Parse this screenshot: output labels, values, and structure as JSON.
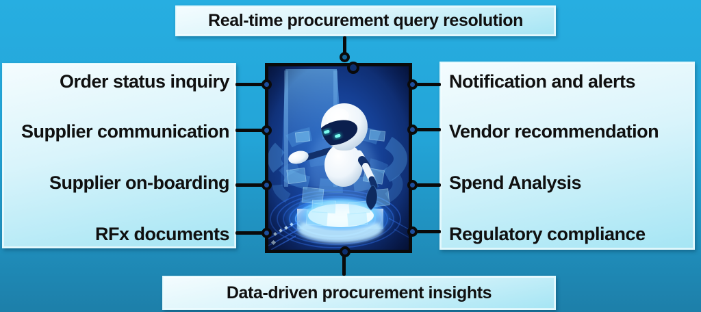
{
  "top_banner": {
    "label": "Real-time procurement query resolution"
  },
  "bottom_banner": {
    "label": "Data-driven procurement insights"
  },
  "left_panel": {
    "items": [
      "Order status inquiry",
      "Supplier communication",
      "Supplier on-boarding",
      "RFx documents"
    ]
  },
  "right_panel": {
    "items": [
      "Notification and alerts",
      "Vendor recommendation",
      "Spend Analysis",
      "Regulatory compliance"
    ]
  },
  "center_image": {
    "name": "procurement-chatbot-hologram",
    "description": "White chatbot robot hovering above a glowing blue holographic platform"
  },
  "colors": {
    "background_top": "#27aee1",
    "background_bottom": "#1d7fa9",
    "box_fill_top": "#f4fcfe",
    "box_fill_bottom": "#a5e5f4",
    "box_border": "#e3f9fd",
    "text": "#101010",
    "connector": "#0a0a0a",
    "frame_border": "#0a0a0a",
    "frame_background": "#0a1d55",
    "hologram_glow": "#6fd8ff",
    "robot_eye": "#35f0dd"
  }
}
